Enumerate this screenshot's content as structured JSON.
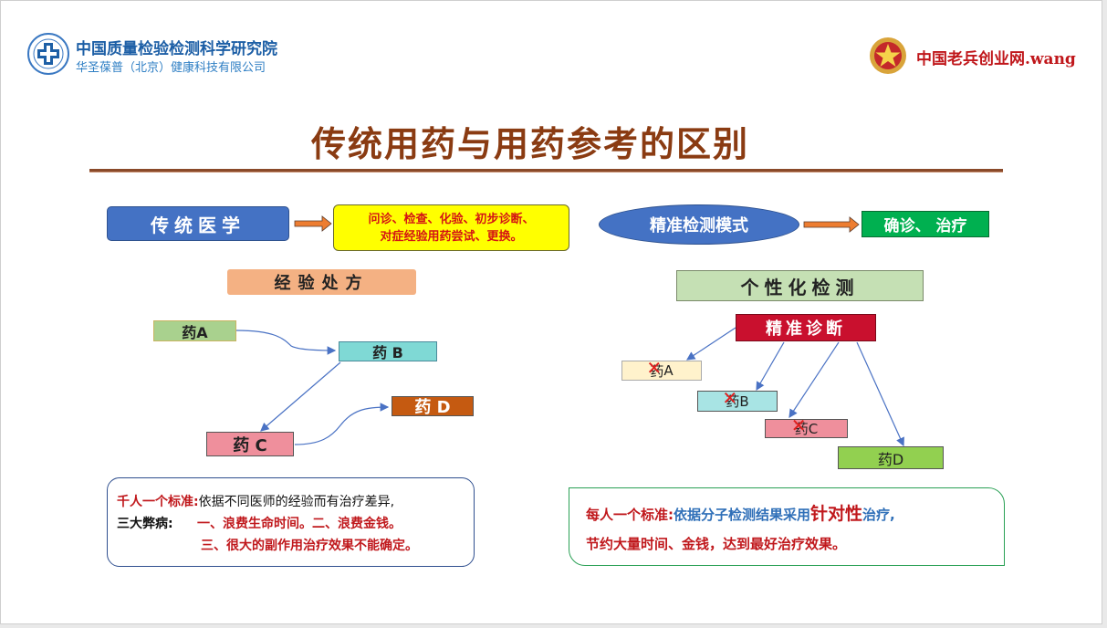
{
  "header": {
    "org_line1": "中国质量检验检测科学研究院",
    "org_line2": "华圣葆普（北京）健康科技有限公司",
    "brand": "中国老兵创业网.wang"
  },
  "title": "传统用药与用药参考的区别",
  "left": {
    "traditional_label": "传统医学",
    "steps_line1": "问诊、检查、化验、初步诊断、",
    "steps_line2": "对症经验用药尝试、更换。",
    "experience_label": "经验处方",
    "drugs": {
      "a": "药A",
      "b": "药 B",
      "c": "药 C",
      "d": "药 D"
    },
    "note": {
      "heading": "千人一个标准:",
      "heading_text": "依据不同医师的经验而有治疗差异,",
      "drawbacks_label": "三大弊病:",
      "item1": "一、浪费生命时间。二、浪费金钱。",
      "item2": "三、很大的副作用治疗效果不能确定。"
    }
  },
  "right": {
    "precision_mode": "精准检测模式",
    "confirm": "确诊、 治疗",
    "personal_label": "个性化检测",
    "precise_diagnosis": "精准诊断",
    "drug_prefix": "药",
    "drugs": {
      "a": "A",
      "b": "B",
      "c": "C",
      "d": "药D"
    },
    "note": {
      "heading": "每人一个标准:",
      "text1": "依据分子检测结果采用",
      "emph": "针对性",
      "text2": "治疗,",
      "line2": "节约大量时间、金钱，达到最好治疗效果。"
    }
  },
  "colors": {
    "title": "#8a3b12",
    "accent_blue": "#4472c4",
    "red": "#c0181c",
    "green": "#00b050"
  }
}
